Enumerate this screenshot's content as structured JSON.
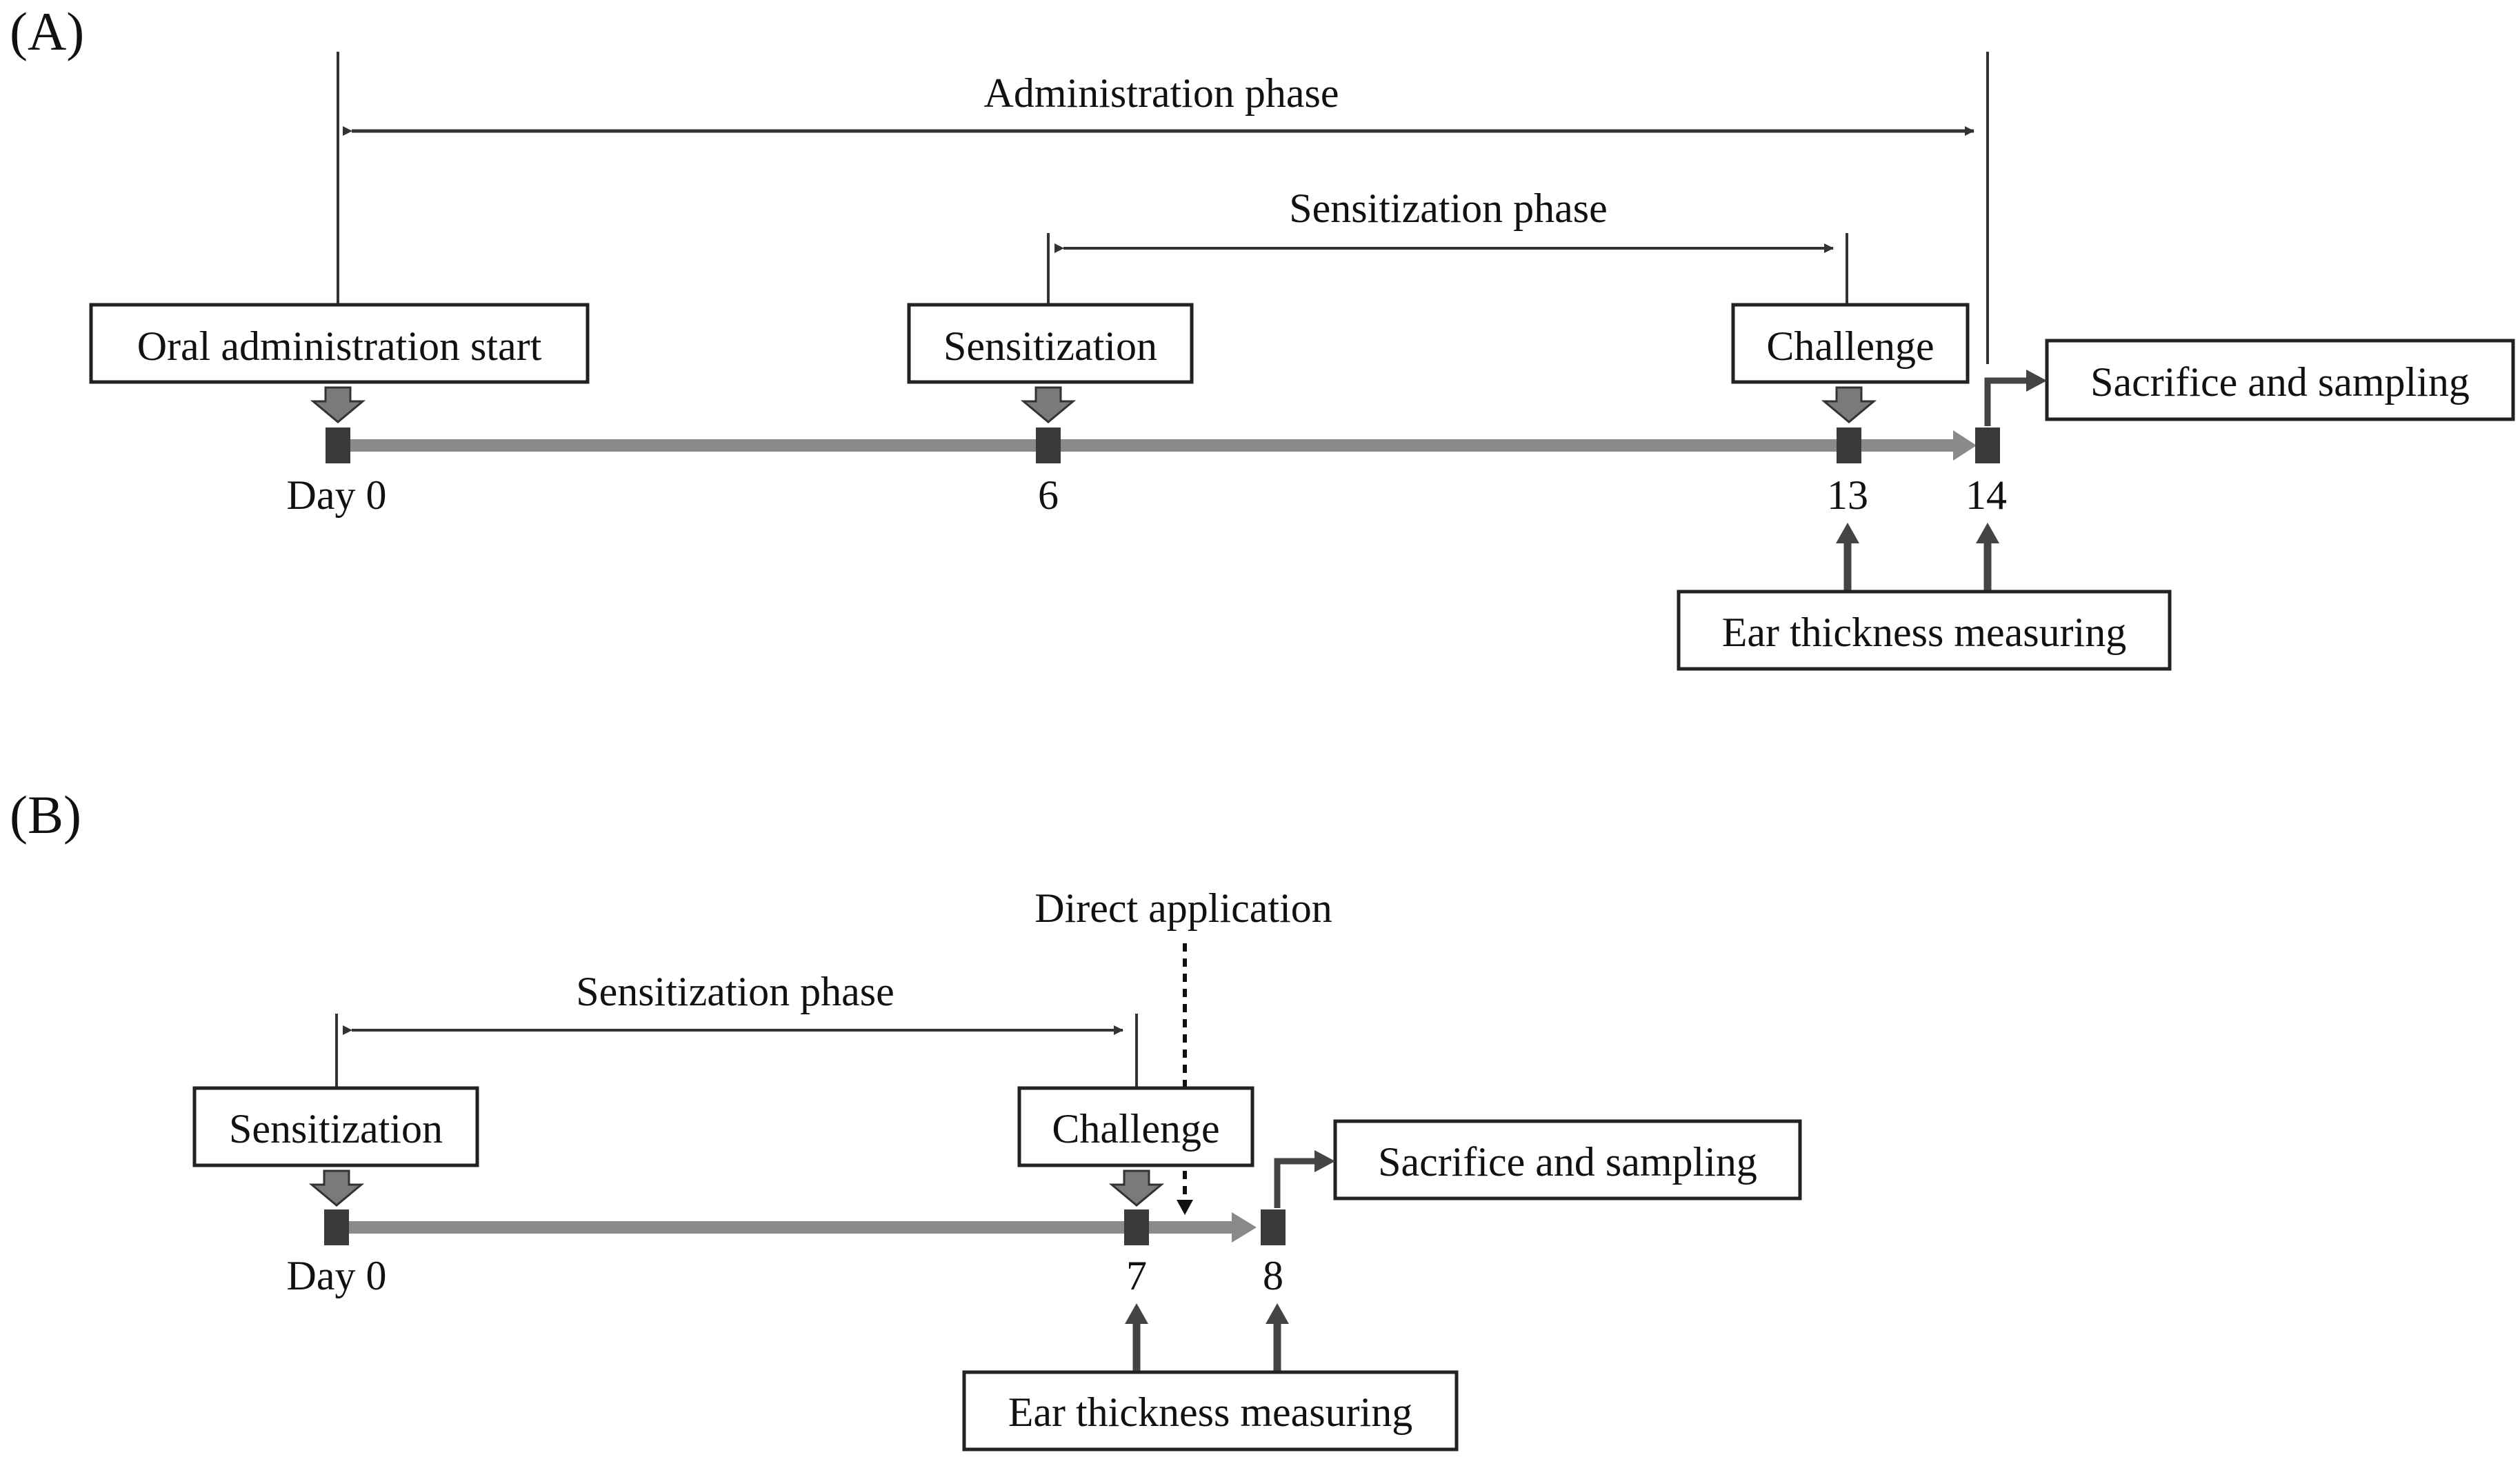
{
  "panel_a": {
    "label": "(A)",
    "administration_phase": "Administration phase",
    "sensitization_phase": "Sensitization phase",
    "oral_start": "Oral administration start",
    "sensitization": "Sensitization",
    "challenge": "Challenge",
    "sacrifice": "Sacrifice and sampling",
    "ear": "Ear thickness measuring",
    "days": [
      "Day 0",
      "6",
      "13",
      "14"
    ]
  },
  "panel_b": {
    "label": "(B)",
    "direct_application": "Direct application",
    "sensitization_phase": "Sensitization phase",
    "sensitization": "Sensitization",
    "challenge": "Challenge",
    "sacrifice": "Sacrifice and sampling",
    "ear": "Ear thickness measuring",
    "days": [
      "Day 0",
      "7",
      "8"
    ]
  }
}
